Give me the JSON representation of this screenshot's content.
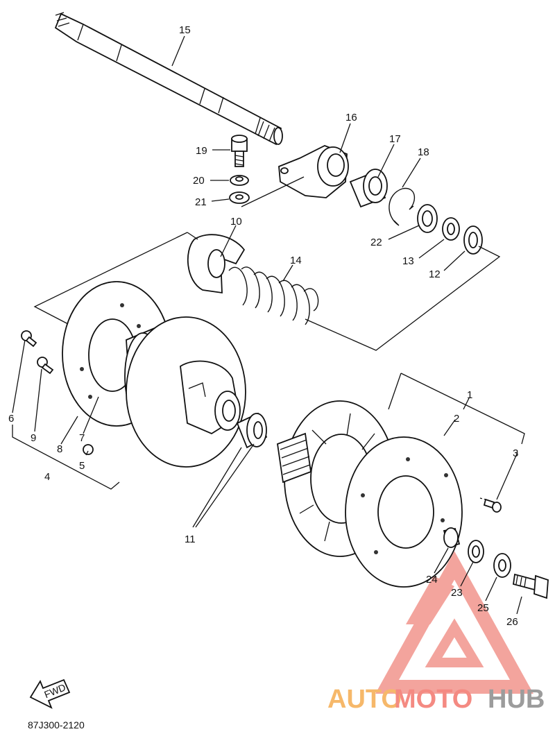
{
  "diagram": {
    "labels": {
      "p1": "1",
      "p2": "2",
      "p3": "3",
      "p4": "4",
      "p5": "5",
      "p6": "6",
      "p7": "7",
      "p8": "8",
      "p9": "9",
      "p10": "10",
      "p11": "11",
      "p12": "12",
      "p13": "13",
      "p14": "14",
      "p15": "15",
      "p16": "16",
      "p17": "17",
      "p18": "18",
      "p19": "19",
      "p20": "20",
      "p21": "21",
      "p22": "22",
      "p23": "23",
      "p24": "24",
      "p25": "25",
      "p26": "26"
    },
    "fwd_label": "FWD",
    "ref_code": "87J300-2120"
  },
  "watermark": {
    "part_a": "AUTO",
    "part_b": "MOTO",
    "part_c": "HUB",
    "colors": {
      "a": "#f6b86a",
      "b": "#f48a82",
      "c": "#9c9c9c",
      "logo": "#f08b82"
    }
  }
}
